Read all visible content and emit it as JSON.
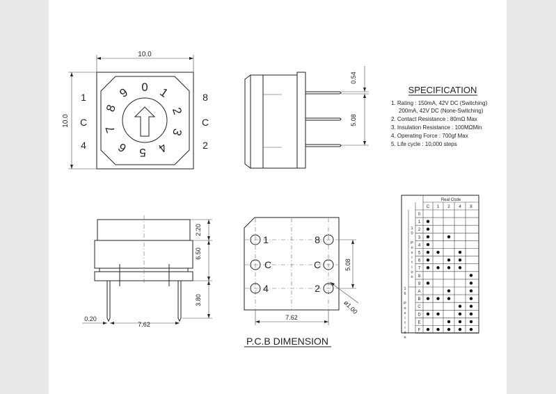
{
  "top_view": {
    "width_label": "10.0",
    "height_label": "10.0",
    "dial_digits": [
      "0",
      "1",
      "2",
      "3",
      "4",
      "5",
      "6",
      "7",
      "8",
      "9"
    ],
    "left_pins": [
      "1",
      "C",
      "4"
    ],
    "right_pins": [
      "8",
      "C",
      "2"
    ]
  },
  "side_view": {
    "dim_pin_thickness": "0.54",
    "dim_pin_pitch": "5.08"
  },
  "specification": {
    "title": "SPECIFICATION",
    "items": [
      "1. Rating : 150mA, 42V DC (Switching)",
      "200mA, 42V DC (None-Switching)",
      "2. Contact Resistance : 80mΩ Max",
      "3. Insulation Resistance : 100MΩMin",
      "4. Operating Force : 700gf Max",
      "5. Life cycle : 10,000 steps"
    ]
  },
  "front_view": {
    "dim_top": "2.20",
    "dim_body": "6.50",
    "dim_pin": "3.80",
    "dim_pin_width": "0.20",
    "dim_pitch": "7.62"
  },
  "pcb": {
    "title": "P.C.B DIMENSION",
    "left_labels": [
      "1",
      "C",
      "4"
    ],
    "right_labels": [
      "8",
      "C",
      "2"
    ],
    "dim_pitch_v": "5.08",
    "dim_pitch_h": "7.62",
    "dim_hole": "ø1.00"
  },
  "code_table": {
    "header": "Real Code",
    "columns": [
      "C",
      "1",
      "2",
      "4",
      "8"
    ],
    "group10_label": "10 Position",
    "group16_label": "16 Position",
    "rows": [
      {
        "pos": "0",
        "dots": [
          false,
          false,
          false,
          false,
          false
        ]
      },
      {
        "pos": "1",
        "dots": [
          true,
          false,
          false,
          false,
          false
        ]
      },
      {
        "pos": "2",
        "dots": [
          true,
          false,
          false,
          false,
          false
        ]
      },
      {
        "pos": "3",
        "dots": [
          true,
          false,
          true,
          false,
          false
        ]
      },
      {
        "pos": "4",
        "dots": [
          true,
          false,
          false,
          false,
          false
        ]
      },
      {
        "pos": "5",
        "dots": [
          true,
          true,
          false,
          true,
          false
        ]
      },
      {
        "pos": "6",
        "dots": [
          true,
          false,
          true,
          true,
          false
        ]
      },
      {
        "pos": "7",
        "dots": [
          true,
          true,
          true,
          true,
          false
        ]
      },
      {
        "pos": "8",
        "dots": [
          false,
          false,
          false,
          false,
          true
        ]
      },
      {
        "pos": "9",
        "dots": [
          true,
          false,
          false,
          false,
          true
        ]
      },
      {
        "pos": "A",
        "dots": [
          false,
          false,
          true,
          false,
          true
        ]
      },
      {
        "pos": "B",
        "dots": [
          true,
          true,
          true,
          false,
          true
        ]
      },
      {
        "pos": "C",
        "dots": [
          false,
          false,
          false,
          true,
          true
        ]
      },
      {
        "pos": "D",
        "dots": [
          true,
          true,
          false,
          true,
          true
        ]
      },
      {
        "pos": "E",
        "dots": [
          false,
          false,
          true,
          true,
          true
        ]
      },
      {
        "pos": "F",
        "dots": [
          true,
          true,
          true,
          true,
          true
        ]
      }
    ]
  }
}
